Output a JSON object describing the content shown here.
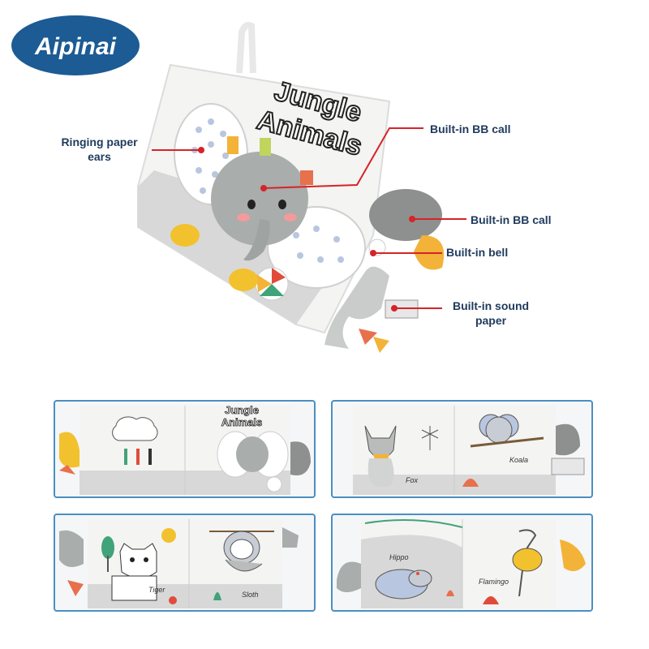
{
  "brand": {
    "name": "Aipinai",
    "color": "#1c5b94"
  },
  "accent": {
    "callout_line": "#d6232a",
    "label_text": "#1f3a5c",
    "panel_border": "#4a8fc2"
  },
  "hero": {
    "book_title_line1": "Jungle",
    "book_title_line2": "Animals"
  },
  "callouts": [
    {
      "label": "Ringing paper ears"
    },
    {
      "label": "Built-in BB call"
    },
    {
      "label": "Built-in BB call"
    },
    {
      "label": "Built-in bell"
    },
    {
      "label": "Built-in sound paper"
    }
  ],
  "panels": [
    {
      "title_line1": "Jungle",
      "title_line2": "Animals"
    },
    {
      "animals": [
        "Fox",
        "Koala"
      ]
    },
    {
      "animals": [
        "Tiger",
        "Sloth"
      ]
    },
    {
      "animals": [
        "Hippo",
        "Flamingo"
      ]
    }
  ]
}
